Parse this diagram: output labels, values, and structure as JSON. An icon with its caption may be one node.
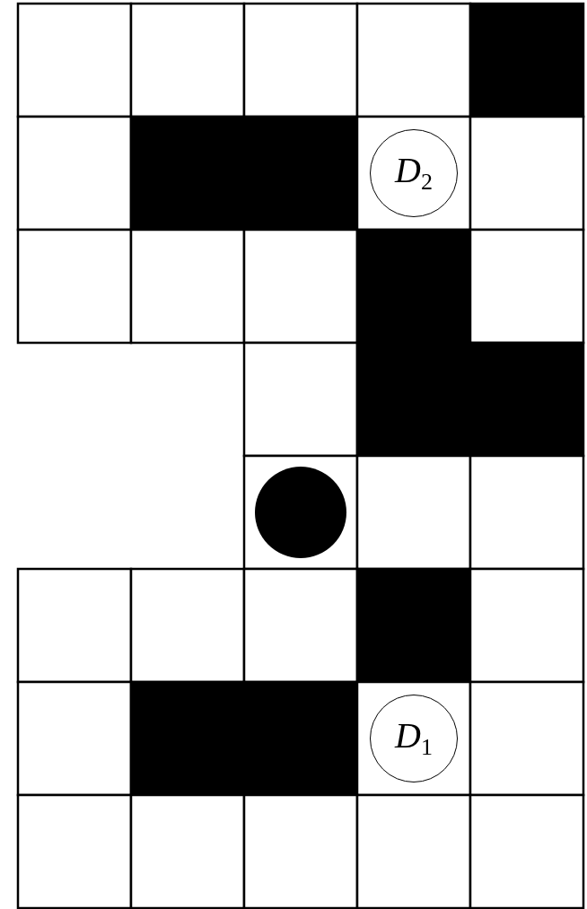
{
  "diagram": {
    "nodes": [
      {
        "text": [
          "*D*$_{2}$"
        ]
      },
      {
        "text": [],
        "shape": "circle"
      },
      {
        "text": [
          "*D*$_{1}$"
        ]
      }
    ]
  }
}
